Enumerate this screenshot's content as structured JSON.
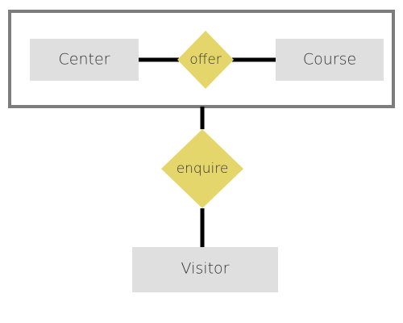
{
  "entities": {
    "center": {
      "label": "Center"
    },
    "course": {
      "label": "Course"
    },
    "visitor": {
      "label": "Visitor"
    }
  },
  "relationships": {
    "offer": {
      "label": "offer"
    },
    "enquire": {
      "label": "enquire"
    }
  },
  "colors": {
    "entity_fill": "#dfdfdf",
    "relationship_fill": "#e4d66a",
    "connector": "#000000",
    "aggregation_border": "#7d7d7d",
    "text": "#333333"
  }
}
